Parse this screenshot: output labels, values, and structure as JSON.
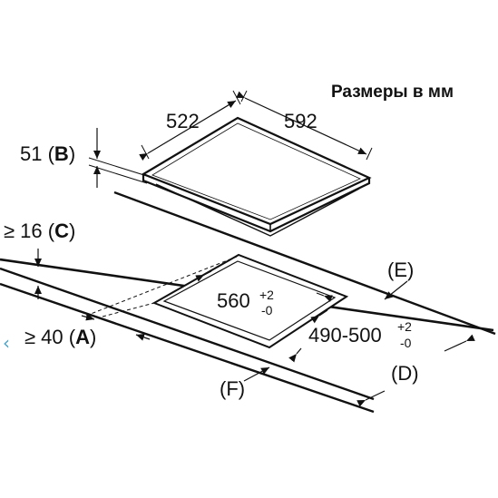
{
  "title": "Размеры в мм",
  "dims": {
    "depth": "522",
    "width": "592",
    "height_value": "51 (",
    "height_letter": "B",
    "height_close": ")",
    "cut_width": "560",
    "cut_width_plus": "+2",
    "cut_width_minus": "-0",
    "cut_depth": "490-500",
    "cut_depth_plus": "+2",
    "cut_depth_minus": "-0",
    "gap_c_value": "≥ 16 (",
    "gap_c_letter": "C",
    "gap_c_close": ")",
    "gap_a_value": "≥ 40 (",
    "gap_a_letter": "A",
    "gap_a_close": ")"
  },
  "labels": {
    "e": "(E)",
    "d": "(D)",
    "f": "(F)"
  },
  "nav": {
    "prev_icon": "chevron-left-icon",
    "glyph": "‹"
  }
}
